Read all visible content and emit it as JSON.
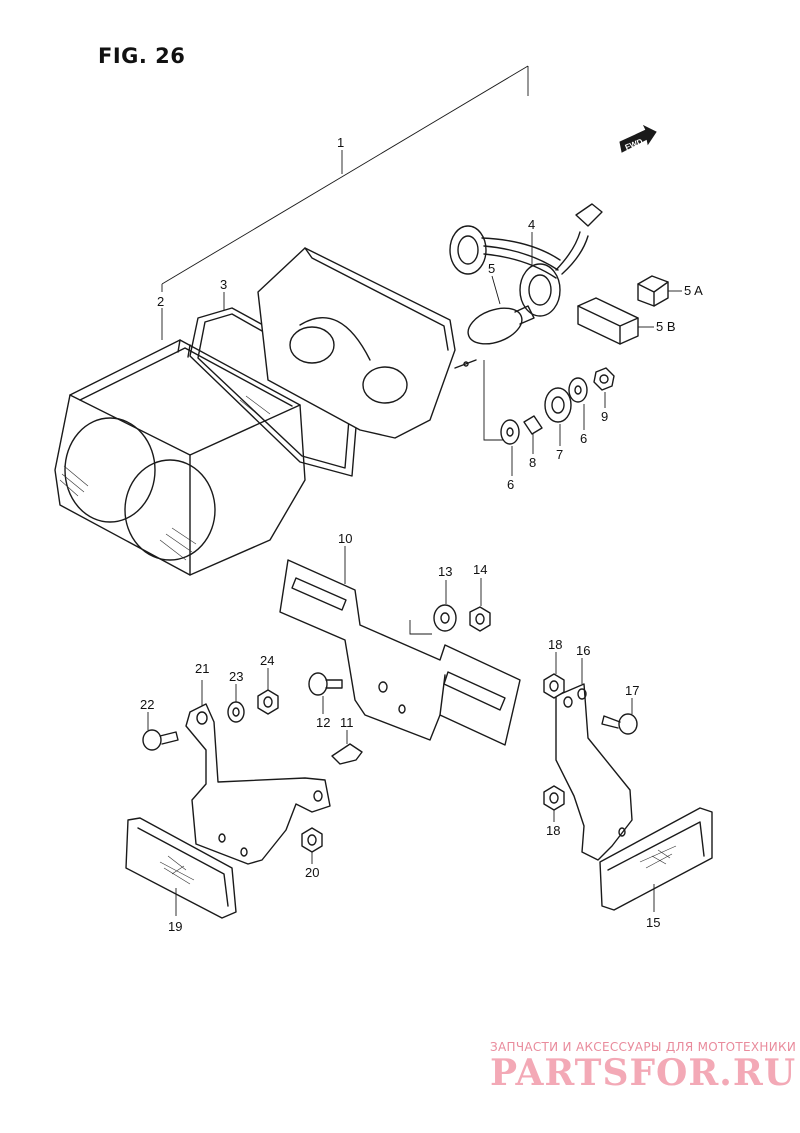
{
  "figure": {
    "title": "FIG. 26",
    "direction_label": "FWD"
  },
  "callouts": [
    {
      "id": "c1",
      "text": "1"
    },
    {
      "id": "c2",
      "text": "2"
    },
    {
      "id": "c3",
      "text": "3"
    },
    {
      "id": "c4",
      "text": "4"
    },
    {
      "id": "c5",
      "text": "5"
    },
    {
      "id": "c5a",
      "text": "5 A"
    },
    {
      "id": "c5b",
      "text": "5 B"
    },
    {
      "id": "c6a",
      "text": "6"
    },
    {
      "id": "c6b",
      "text": "6"
    },
    {
      "id": "c7",
      "text": "7"
    },
    {
      "id": "c8",
      "text": "8"
    },
    {
      "id": "c9",
      "text": "9"
    },
    {
      "id": "c10",
      "text": "10"
    },
    {
      "id": "c11",
      "text": "11"
    },
    {
      "id": "c12",
      "text": "12"
    },
    {
      "id": "c13",
      "text": "13"
    },
    {
      "id": "c14",
      "text": "14"
    },
    {
      "id": "c15",
      "text": "15"
    },
    {
      "id": "c16",
      "text": "16"
    },
    {
      "id": "c17",
      "text": "17"
    },
    {
      "id": "c18a",
      "text": "18"
    },
    {
      "id": "c18b",
      "text": "18"
    },
    {
      "id": "c19",
      "text": "19"
    },
    {
      "id": "c20",
      "text": "20"
    },
    {
      "id": "c21",
      "text": "21"
    },
    {
      "id": "c22",
      "text": "22"
    },
    {
      "id": "c23",
      "text": "23"
    },
    {
      "id": "c24",
      "text": "24"
    }
  ],
  "watermark": {
    "tagline": "ЗАПЧАСТИ И АКСЕССУАРЫ ДЛЯ МОТОТЕХНИКИ",
    "logo": "PARTSFOR.RU",
    "color": "#f3a9b6"
  }
}
